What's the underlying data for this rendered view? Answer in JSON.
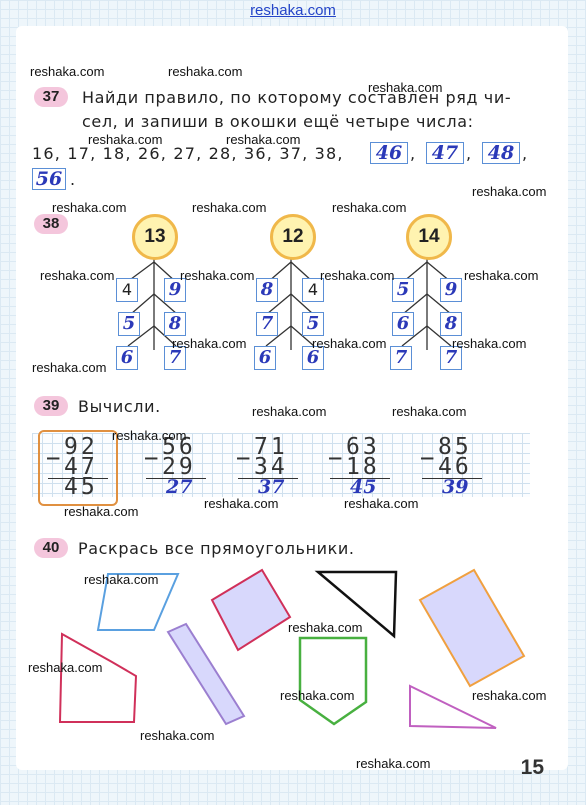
{
  "site_header": "reshaka.com",
  "watermark": "reshaka.com",
  "task37": {
    "number": "37",
    "line1": "Найди правило, по которому составлен ряд чи-",
    "line2": "сел, и запиши в окошки ещё четыре числа:",
    "sequence": "16, 17, 18, 26, 27, 28, 36, 37, 38,",
    "answers": [
      "46",
      "47",
      "48",
      "56"
    ],
    "comma": ",",
    "period": "."
  },
  "task38": {
    "number": "38",
    "trees": [
      {
        "top": "13",
        "cells": [
          {
            "value": "4",
            "printed": true
          },
          {
            "value": "9",
            "printed": false
          },
          {
            "value": "5",
            "printed": false
          },
          {
            "value": "8",
            "printed": false
          },
          {
            "value": "6",
            "printed": false
          },
          {
            "value": "7",
            "printed": false
          }
        ]
      },
      {
        "top": "12",
        "cells": [
          {
            "value": "8",
            "printed": false
          },
          {
            "value": "4",
            "printed": true
          },
          {
            "value": "7",
            "printed": false
          },
          {
            "value": "5",
            "printed": false
          },
          {
            "value": "6",
            "printed": false
          },
          {
            "value": "6",
            "printed": false
          }
        ]
      },
      {
        "top": "14",
        "cells": [
          {
            "value": "5",
            "printed": false
          },
          {
            "value": "9",
            "printed": false
          },
          {
            "value": "6",
            "printed": false
          },
          {
            "value": "8",
            "printed": false
          },
          {
            "value": "7",
            "printed": false
          },
          {
            "value": "7",
            "printed": false
          }
        ]
      }
    ]
  },
  "task39": {
    "number": "39",
    "title": "Вычисли.",
    "columns": [
      {
        "op": "−",
        "a": "92",
        "b": "47",
        "result": "45",
        "handwritten": false
      },
      {
        "op": "−",
        "a": "56",
        "b": "29",
        "result": "27",
        "handwritten": true
      },
      {
        "op": "−",
        "a": "71",
        "b": "34",
        "result": "37",
        "handwritten": true
      },
      {
        "op": "−",
        "a": "63",
        "b": "18",
        "result": "45",
        "handwritten": true
      },
      {
        "op": "−",
        "a": "85",
        "b": "46",
        "result": "39",
        "handwritten": true
      }
    ],
    "example_border_color": "#e09040"
  },
  "task40": {
    "number": "40",
    "title": "Раскрась все прямоугольники.",
    "shape_colors": {
      "trapezoid": "#5aa0e0",
      "rect_red": "#d0305a",
      "triangle_black": "#111111",
      "rect_orange": "#f0a040",
      "pentagon_red": "#c83a6a",
      "rect_purple": "#9b7fd0",
      "pentagon_green": "#48b040",
      "triangle_purple": "#c060c0",
      "fill_lavender": "#d8d8fc"
    }
  },
  "page_number": "15"
}
